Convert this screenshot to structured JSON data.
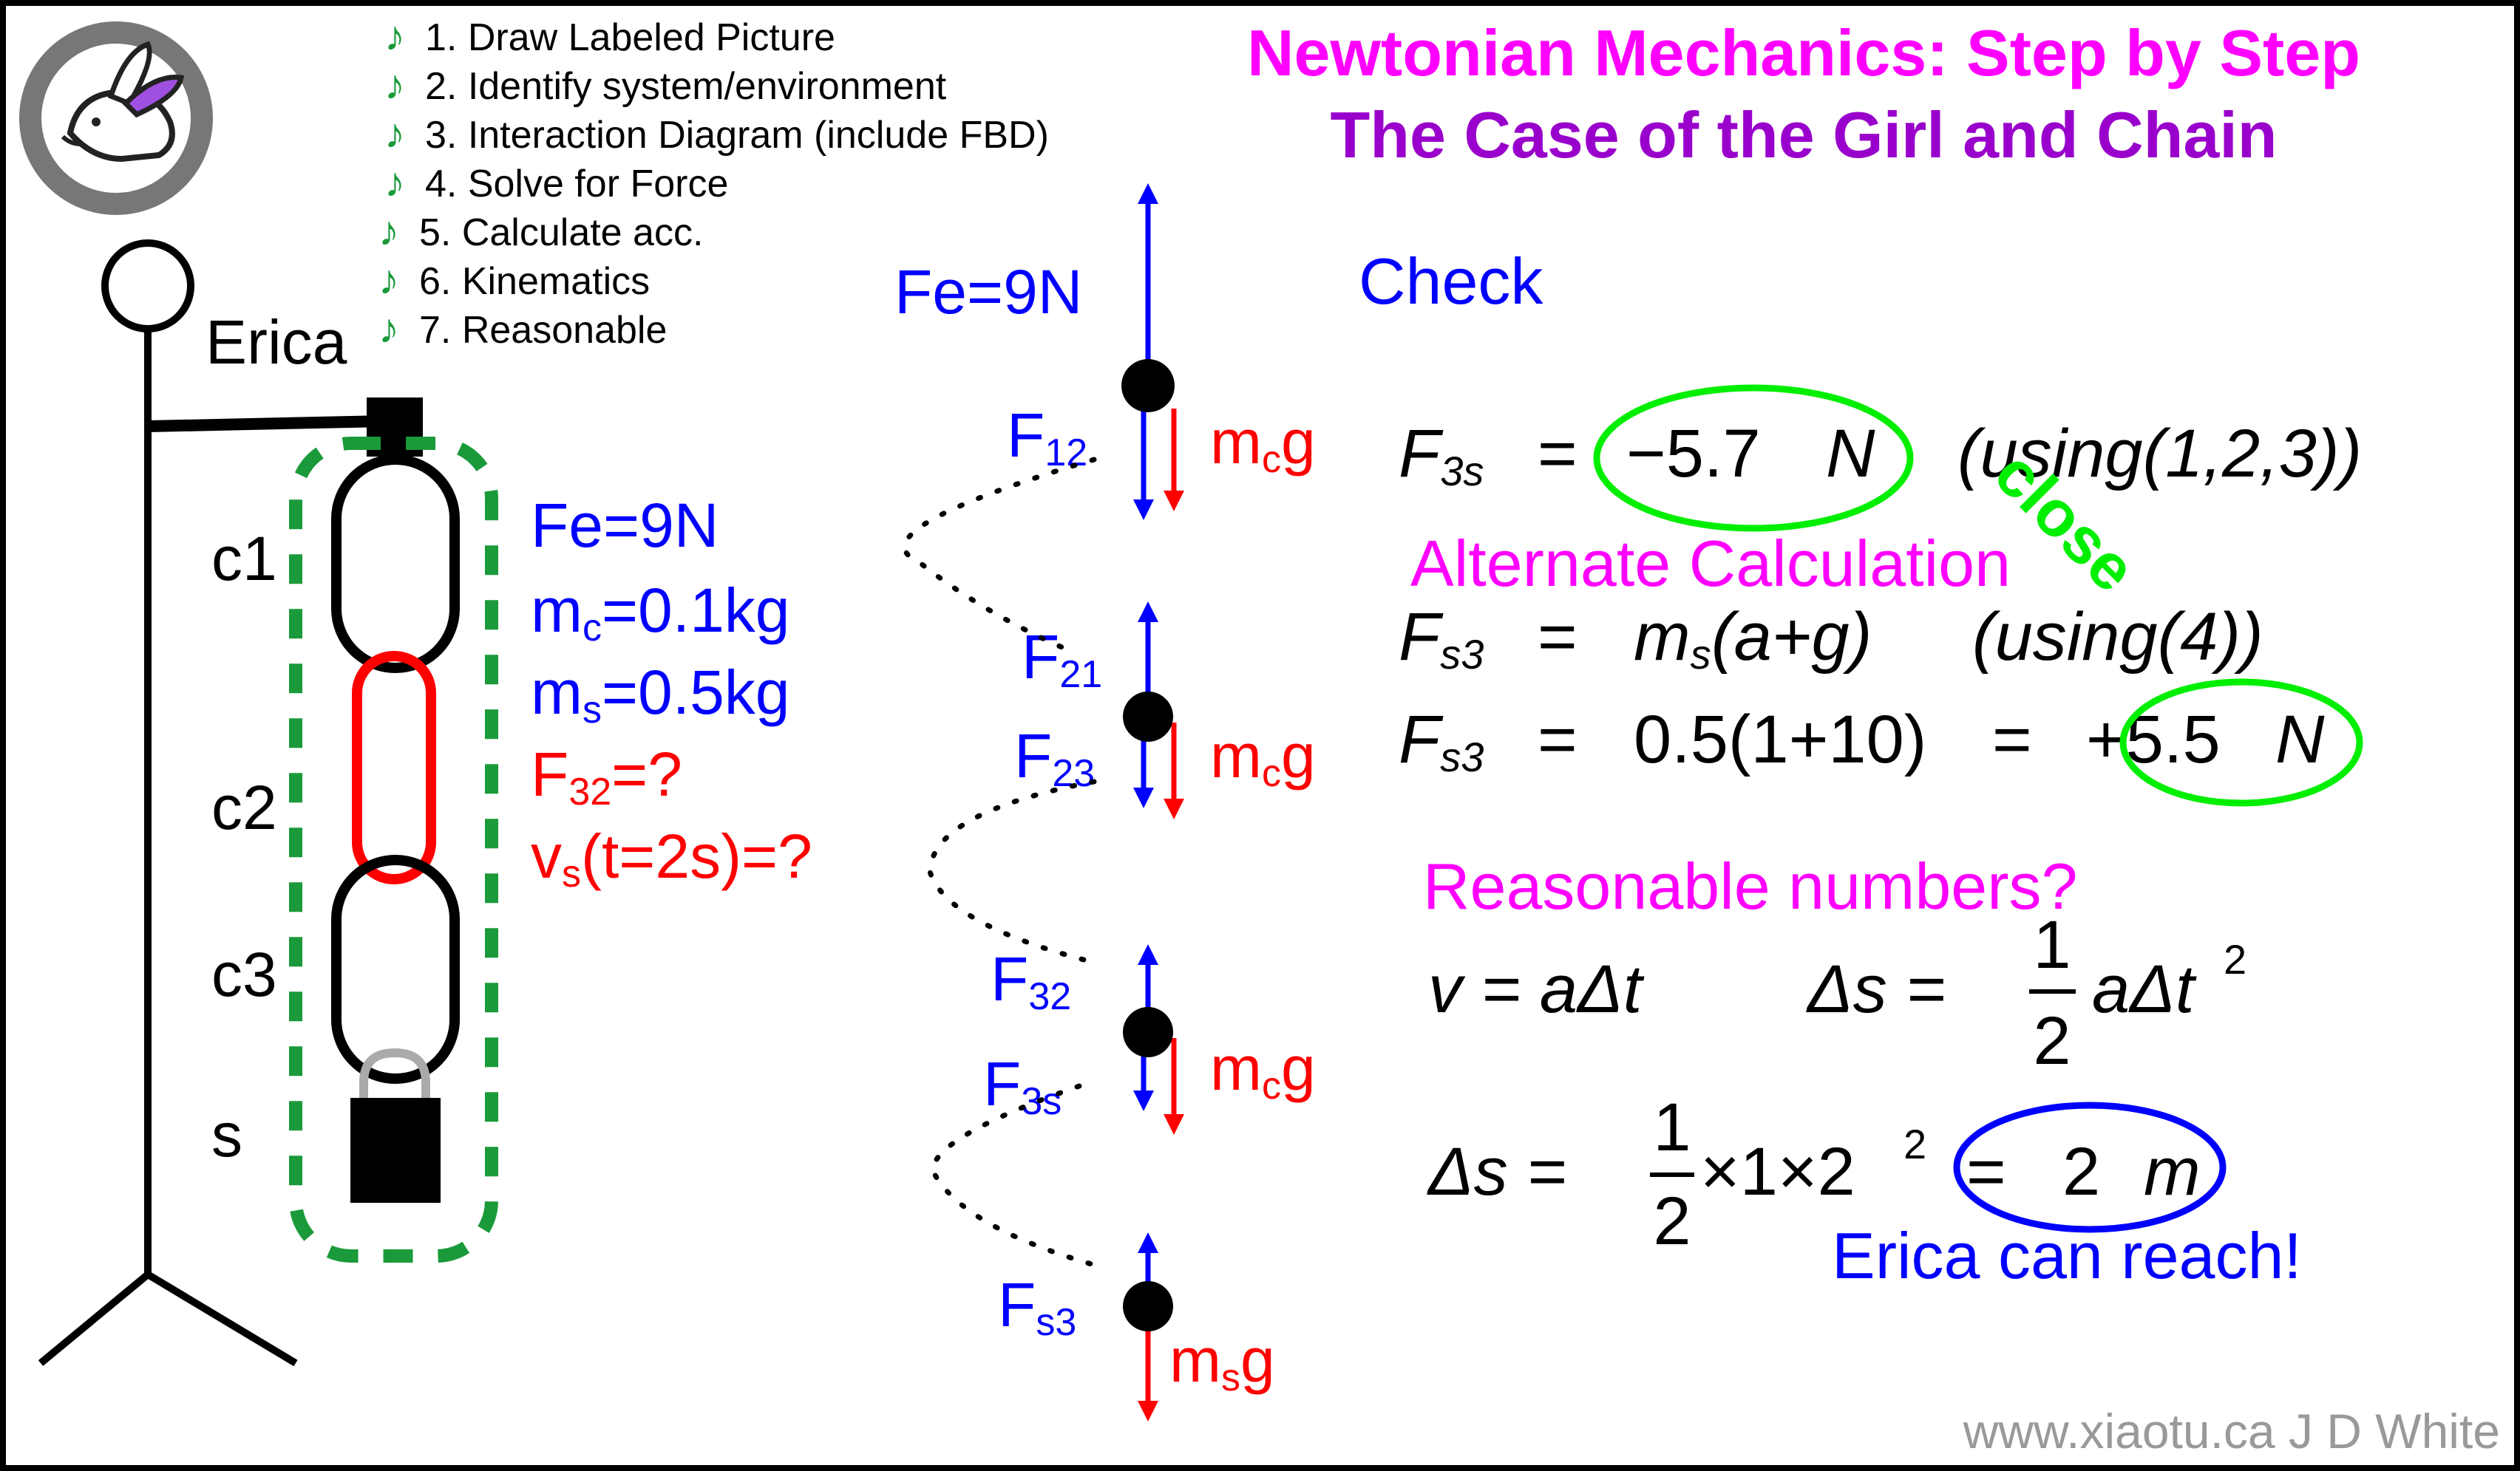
{
  "title": {
    "line1": "Newtonian Mechanics: Step by Step",
    "line2": "The Case of the Girl and Chain"
  },
  "colors": {
    "title1": "#ff00ff",
    "title2": "#9900cc",
    "blue": "#0000ff",
    "red": "#ff0000",
    "green": "#00ee00",
    "dashed_green": "#1a9a3a",
    "note_green": "#1a9a3a",
    "magenta": "#ff00ff",
    "grey": "#999999"
  },
  "logo": {
    "name": "rabbit-logo"
  },
  "steps": [
    "1. Draw Labeled Picture",
    "2. Identify system/environment",
    "3. Interaction Diagram (include FBD)",
    "4. Solve for Force",
    "5. Calculate acc.",
    "6. Kinematics",
    "7. Reasonable"
  ],
  "figure": {
    "person": "Erica",
    "links": [
      "c1",
      "c2",
      "c3",
      "s"
    ]
  },
  "givens": {
    "fe": "Fe=9N",
    "mc_pre": "m",
    "mc_sub": "c",
    "mc_post": "=0.1kg",
    "ms_pre": "m",
    "ms_sub": "s",
    "ms_post": "=0.5kg",
    "f32_pre": "F",
    "f32_sub": "32",
    "f32_post": "=?",
    "vs_pre": "v",
    "vs_sub": "s",
    "vs_post": "(t=2s)=?"
  },
  "fbd": {
    "fe": "Fe=9N",
    "f12_pre": "F",
    "f12_sub": "12",
    "f21_pre": "F",
    "f21_sub": "21",
    "f23_pre": "F",
    "f23_sub": "23",
    "f32_pre": "F",
    "f32_sub": "32",
    "f3s_pre": "F",
    "f3s_sub": "3s",
    "fs3_pre": "F",
    "fs3_sub": "s3",
    "mcg_pre": "m",
    "mcg_sub": "c",
    "mcg_post": "g",
    "msg_pre": "m",
    "msg_sub": "s",
    "msg_post": "g"
  },
  "check": {
    "heading": "Check",
    "eq1_lhs": "F",
    "eq1_lhs_sub": "3s",
    "eq1_eq": "=",
    "eq1_val": "−5.7",
    "eq1_unit": "N",
    "eq1_note": "(using(1,2,3))",
    "close": "close",
    "alt_heading": "Alternate Calculation",
    "eq2_lhs": "F",
    "eq2_lhs_sub": "s3",
    "eq2_eq": "=",
    "eq2_m": "m",
    "eq2_m_sub": "s",
    "eq2_rhs": "(a+g)",
    "eq2_note": "(using(4))",
    "eq3_lhs": "F",
    "eq3_lhs_sub": "s3",
    "eq3_eq": "=",
    "eq3_rhs": "0.5(1+10)",
    "eq3_eq2": "=",
    "eq3_val": "+5.5",
    "eq3_unit": "N"
  },
  "reasonable": {
    "heading": "Reasonable numbers?",
    "v_eq": "v = aΔt",
    "s_eq_lhs": "Δs =",
    "half_num": "1",
    "half_den": "2",
    "s_eq_rhs": "aΔt",
    "sq": "2",
    "ds_lhs": "Δs =",
    "ds_mid": "×1×2",
    "ds_sq": "2",
    "ds_eq": "=",
    "ds_val": "2",
    "ds_unit": "m",
    "conclusion": "Erica can reach!"
  },
  "footer": "www.xiaotu.ca J D White"
}
